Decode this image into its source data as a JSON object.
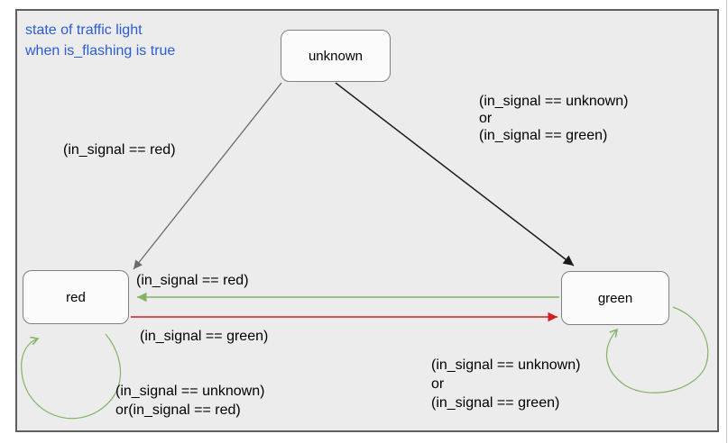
{
  "diagram": {
    "title": "state of traffic light\nwhen is_flashing is true",
    "states": [
      {
        "id": "unknown",
        "label": "unknown"
      },
      {
        "id": "red",
        "label": "red"
      },
      {
        "id": "green",
        "label": "green"
      }
    ],
    "transitions": [
      {
        "from": "unknown",
        "to": "red",
        "label": "(in_signal == red)",
        "color": "#6b6b6b"
      },
      {
        "from": "unknown",
        "to": "green",
        "label": "(in_signal == unknown)\nor\n(in_signal == green)",
        "color": "#1a1a1a"
      },
      {
        "from": "green",
        "to": "red",
        "label": "(in_signal == red)",
        "color": "#82b366"
      },
      {
        "from": "red",
        "to": "green",
        "label": "(in_signal == green)",
        "color": "#cc2222"
      },
      {
        "from": "red",
        "to": "red",
        "label": "(in_signal == unknown)\nor(in_signal == red)",
        "color": "#82b366"
      },
      {
        "from": "green",
        "to": "green",
        "label": "(in_signal == unknown)\nor\n(in_signal == green)",
        "color": "#82b366"
      }
    ],
    "colors": {
      "title_text": "#2a5cd5",
      "green_transition": "#82b366",
      "red_transition": "#cc2222",
      "black_transition": "#1a1a1a",
      "gray_transition": "#6b6b6b",
      "state_border": "#808080",
      "state_fill": "#fbfbfb",
      "canvas_background": "#ececec",
      "frame_border": "#5f5f5f"
    }
  }
}
